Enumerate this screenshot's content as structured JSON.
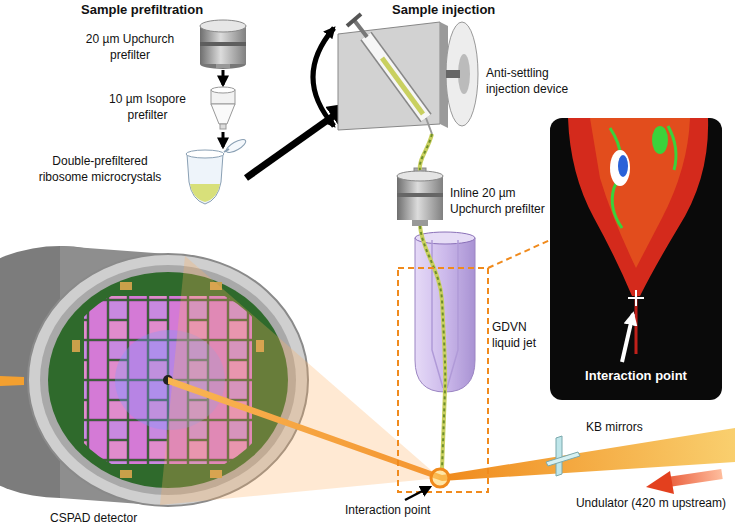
{
  "diagram": {
    "nodes": [
      {
        "text": [
          "Interaction point"
        ]
      }
    ],
    "labels": [
      "Sample prefiltration",
      "Sample injection",
      "20 µm Upchurch prefilter",
      "10 µm Isopore prefilter",
      "Double-prefiltered ribosome microcrystals",
      "Anti-settling injection device",
      "Inline 20 µm Upchurch prefilter",
      "GDVN liquid jet",
      "KB mirrors",
      "Undulator (420 m upstream)",
      "Interaction point",
      "CSPAD detector"
    ]
  }
}
